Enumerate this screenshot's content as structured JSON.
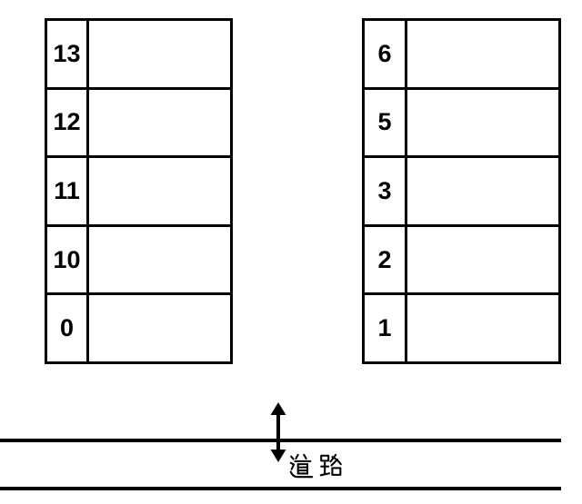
{
  "colors": {
    "background": "#ffffff",
    "line": "#000000"
  },
  "left_table": {
    "rows": [
      "13",
      "12",
      "11",
      "10",
      "0"
    ]
  },
  "right_table": {
    "rows": [
      "6",
      "5",
      "3",
      "2",
      "1"
    ]
  },
  "road": {
    "label": "道路"
  },
  "icons": {
    "arrow": "double-headed-vertical-arrow"
  }
}
